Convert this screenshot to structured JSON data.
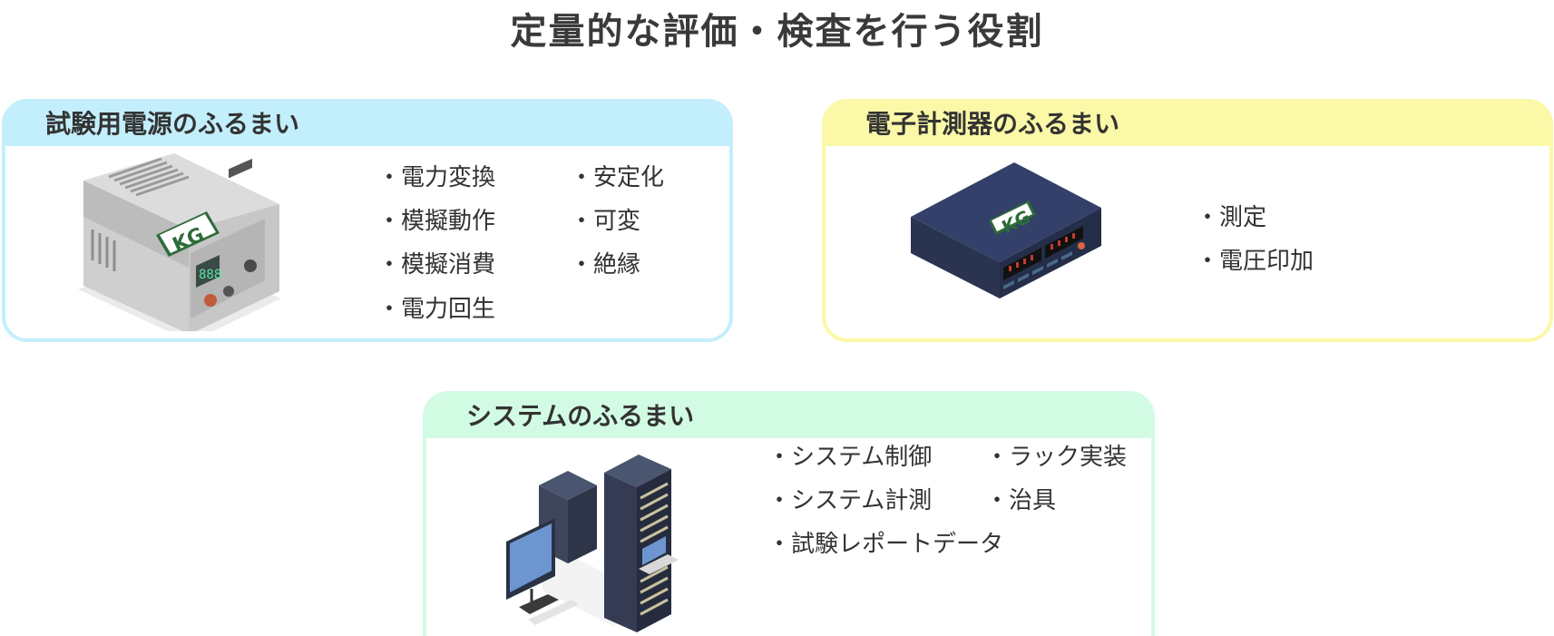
{
  "title": "定量的な評価・検査を行う役割",
  "cards": [
    {
      "heading": "試験用電源のふるまい",
      "items": [
        "・電力変換",
        "・模擬動作",
        "・模擬消費",
        "・電力回生",
        "・安定化",
        "・可変",
        "・絶縁"
      ],
      "logo": "KG",
      "display": "888",
      "color": "#c3effc"
    },
    {
      "heading": "電子計測器のふるまい",
      "items": [
        "・測定",
        "・電圧印加"
      ],
      "logo": "KG",
      "color": "#fbf8a7"
    },
    {
      "heading": "システムのふるまい",
      "items": [
        "・システム制御",
        "・システム計測",
        "・試験レポートデータ",
        "・ラック実装",
        "・治具"
      ],
      "color": "#d2fbe4"
    }
  ]
}
